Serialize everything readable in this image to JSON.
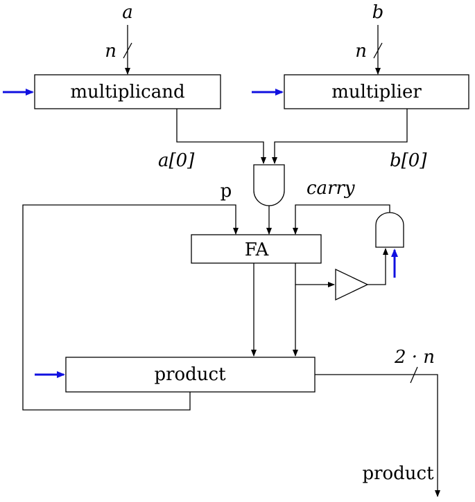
{
  "inputs": {
    "a": "a",
    "b": "b",
    "width_a": "n",
    "width_b": "n"
  },
  "registers": {
    "multiplicand": "multiplicand",
    "multiplier": "multiplier",
    "product": "product"
  },
  "adder": "FA",
  "signals": {
    "a0": "a[0]",
    "b0": "b[0]",
    "p": "p",
    "carry": "carry",
    "out_width": "2 · n",
    "out": "product"
  },
  "colors": {
    "control_arrow": "#1010e0",
    "line": "#000000"
  }
}
